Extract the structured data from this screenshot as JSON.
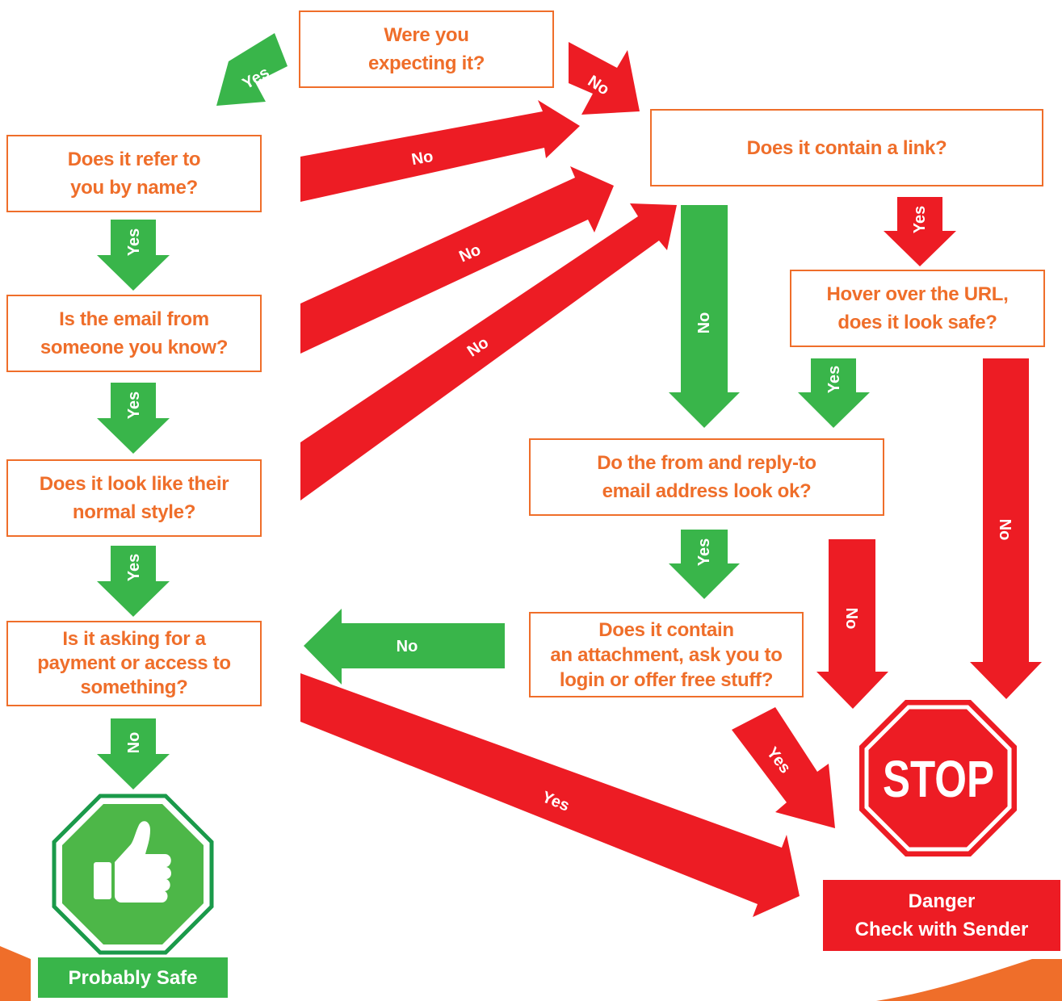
{
  "colors": {
    "question": "#ef6e2a",
    "yes_arrow": "#39b54a",
    "no_arrow": "#ed1c24",
    "safe": "#39b54a",
    "danger": "#ed1c24"
  },
  "questions": {
    "q_expect": "Were you\nexpecting it?",
    "q_name": "Does it refer to\nyou by name?",
    "q_know": "Is the email from\nsomeone you know?",
    "q_style": "Does it look like their\nnormal style?",
    "q_payment": "Is it asking for a\npayment or access to\nsomething?",
    "q_link": "Does it contain a link?",
    "q_hover": "Hover over the URL,\ndoes it look safe?",
    "q_from": "Do the from and reply-to\nemail address look ok?",
    "q_attach": "Does it contain\nan attachment, ask you to\nlogin or offer free stuff?"
  },
  "arrows": {
    "expect_yes": "Yes",
    "expect_no": "No",
    "name_yes": "Yes",
    "name_no": "No",
    "know_yes": "Yes",
    "know_no": "No",
    "style_yes": "Yes",
    "style_no": "No",
    "payment_no": "No",
    "payment_yes": "Yes",
    "link_yes": "Yes",
    "link_no": "No",
    "hover_yes": "Yes",
    "hover_no": "No",
    "from_yes": "Yes",
    "from_no": "No",
    "attach_no": "No",
    "attach_yes": "Yes"
  },
  "outcomes": {
    "safe_label": "Probably Safe",
    "danger_label": "Danger\nCheck with Sender",
    "stop_sign_text": "STOP",
    "safe_icon": "thumbs-up-icon",
    "stop_icon": "stop-sign-icon"
  }
}
